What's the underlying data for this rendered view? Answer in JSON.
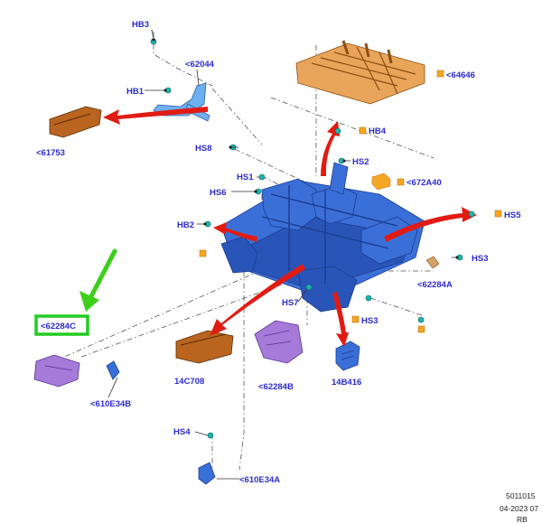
{
  "labels": {
    "hb3": "HB3",
    "p62044": "<62044",
    "hb1": "HB1",
    "p64646": "<64646",
    "p61753": "<61753",
    "hb4": "HB4",
    "hs8": "HS8",
    "hs2": "HS2",
    "hs1": "HS1",
    "p672a40": "<672A40",
    "hs6": "HS6",
    "hs5": "HS5",
    "hb2": "HB2",
    "hs3a": "HS3",
    "p62284a": "<62284A",
    "hs7": "HS7",
    "hs3b": "HS3",
    "p62284c": "<62284C",
    "p14c708": "14C708",
    "p62284b": "<62284B",
    "p14b416": "14B416",
    "p610e34b": "<610E34B",
    "hs4": "HS4",
    "p610e34a": "<610E34A"
  },
  "footer": {
    "doc_number": "5011015",
    "date": "04-2023 07",
    "author": "RB"
  },
  "colors": {
    "label_blue": "#2b2bd6",
    "callout_arrow_red": "#e21b12",
    "highlight_arrow_green": "#3ccf1a",
    "highlight_box_green": "#22cc22",
    "frame_blue": "#3a6fd8",
    "fastener_teal": "#1bb5b0",
    "marker_orange": "#f5a623",
    "part_purple": "#a57ad8",
    "part_brown": "#b9651f",
    "part_orange": "#e8a55a"
  }
}
